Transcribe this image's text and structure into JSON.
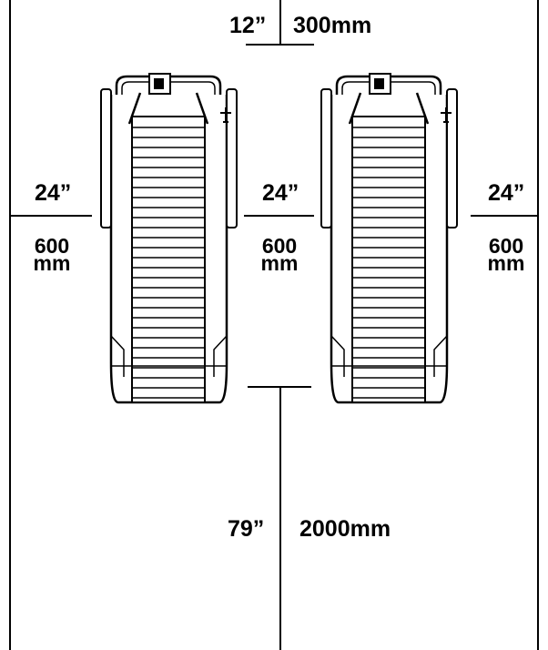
{
  "top_gap": {
    "imperial": "12”",
    "metric": "300mm"
  },
  "left_side": {
    "imperial": "24”",
    "metric_value": "600",
    "metric_unit": "mm"
  },
  "middle_gap": {
    "imperial": "24”",
    "metric_value": "600",
    "metric_unit": "mm"
  },
  "right_side": {
    "imperial": "24”",
    "metric_value": "600",
    "metric_unit": "mm"
  },
  "rear_clearance": {
    "imperial": "79”",
    "metric": "2000mm"
  },
  "colors": {
    "line": "#000000",
    "background": "#ffffff"
  },
  "icons": {
    "treadmill": "treadmill-top-view-icon"
  }
}
